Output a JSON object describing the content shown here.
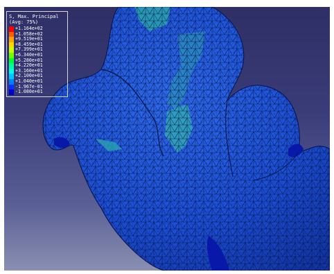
{
  "legend": {
    "title": "S, Max. Principal",
    "subtitle": "(Avg: 75%)",
    "entries": [
      {
        "value": "+1.164e+02",
        "color": "#ff0000"
      },
      {
        "value": "+1.058e+02",
        "color": "#ff5a00"
      },
      {
        "value": "+9.519e+01",
        "color": "#ffa500"
      },
      {
        "value": "+8.459e+01",
        "color": "#ffd700"
      },
      {
        "value": "+7.399e+01",
        "color": "#c8ff00"
      },
      {
        "value": "+6.340e+01",
        "color": "#6eff00"
      },
      {
        "value": "+5.280e+01",
        "color": "#00ff32"
      },
      {
        "value": "+4.220e+01",
        "color": "#00ff96"
      },
      {
        "value": "+3.160e+01",
        "color": "#00ffe6"
      },
      {
        "value": "+2.100e+01",
        "color": "#00c8ff"
      },
      {
        "value": "+1.040e+01",
        "color": "#0082ff"
      },
      {
        "value": "-1.967e-01",
        "color": "#0032ff"
      },
      {
        "value": "-1.080e+01",
        "color": "#0000cd"
      }
    ]
  },
  "colors": {
    "background_top": "#2f2f66",
    "background_bottom": "#8a8fb2",
    "model_base": "#1a4fd6",
    "model_edge": "#0a1a55",
    "stress_high": "#2aa3b0",
    "stress_low": "#0818a8"
  }
}
